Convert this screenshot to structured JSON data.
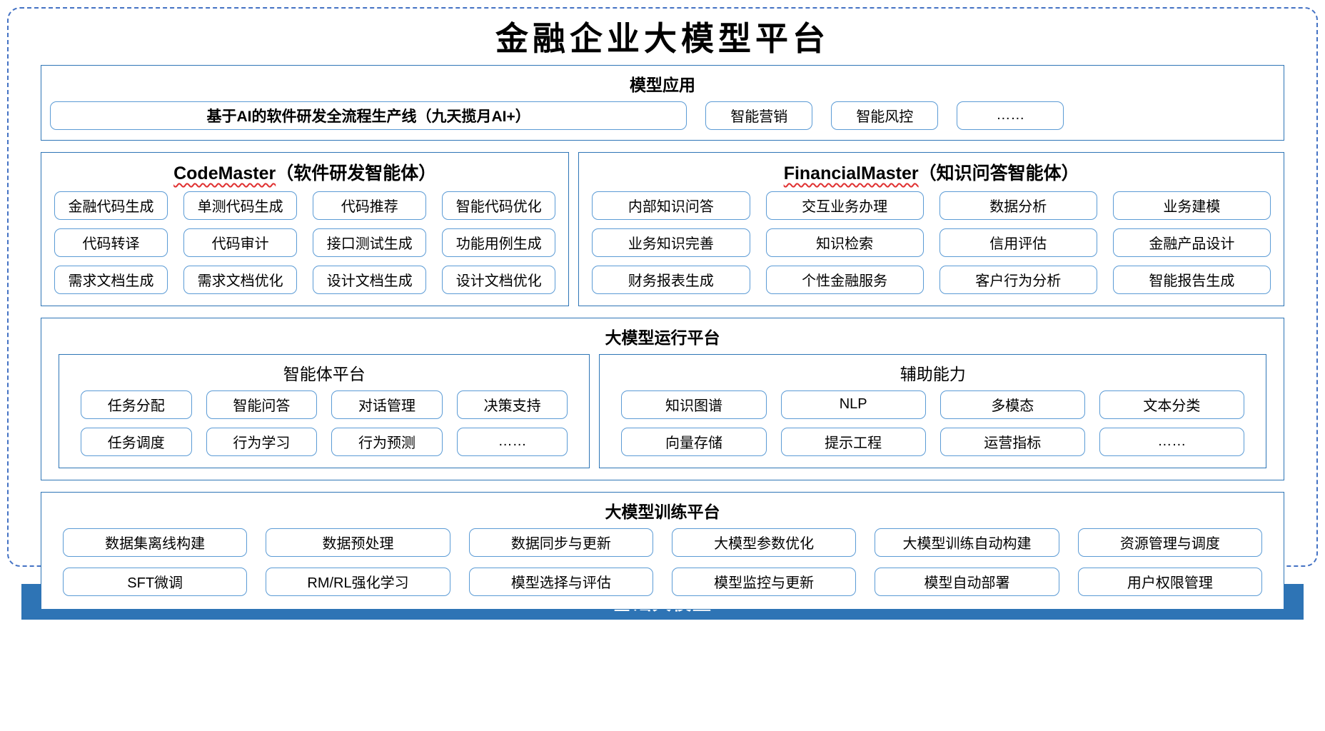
{
  "title": "金融企业大模型平台",
  "colors": {
    "frame_dashed_border": "#4472c4",
    "section_border": "#2e75b6",
    "chip_border": "#5b9bd5",
    "base_bar_bg": "#2e74b5",
    "base_bar_text": "#ffffff",
    "squiggle_red": "#e03131"
  },
  "model_app": {
    "title": "模型应用",
    "primary_item": "基于AI的软件研发全流程生产线（九天揽月AI+）",
    "items": [
      "智能营销",
      "智能风控",
      "……"
    ]
  },
  "agents": [
    {
      "name_en": "CodeMaster",
      "name_cn": "（软件研发智能体）",
      "items": [
        "金融代码生成",
        "单测代码生成",
        "代码推荐",
        "智能代码优化",
        "代码转译",
        "代码审计",
        "接口测试生成",
        "功能用例生成",
        "需求文档生成",
        "需求文档优化",
        "设计文档生成",
        "设计文档优化"
      ]
    },
    {
      "name_en": "FinancialMaster",
      "name_cn": "（知识问答智能体）",
      "items": [
        "内部知识问答",
        "交互业务办理",
        "数据分析",
        "业务建模",
        "业务知识完善",
        "知识检索",
        "信用评估",
        "金融产品设计",
        "财务报表生成",
        "个性金融服务",
        "客户行为分析",
        "智能报告生成"
      ]
    }
  ],
  "runtime": {
    "title": "大模型运行平台",
    "groups": [
      {
        "title": "智能体平台",
        "items": [
          "任务分配",
          "智能问答",
          "对话管理",
          "决策支持",
          "任务调度",
          "行为学习",
          "行为预测",
          "……"
        ]
      },
      {
        "title": "辅助能力",
        "items": [
          "知识图谱",
          "NLP",
          "多模态",
          "文本分类",
          "向量存储",
          "提示工程",
          "运营指标",
          "……"
        ]
      }
    ]
  },
  "training": {
    "title": "大模型训练平台",
    "items": [
      "数据集离线构建",
      "数据预处理",
      "数据同步与更新",
      "大模型参数优化",
      "大模型训练自动构建",
      "资源管理与调度",
      "SFT微调",
      "RM/RL强化学习",
      "模型选择与评估",
      "模型监控与更新",
      "模型自动部署",
      "用户权限管理"
    ]
  },
  "base_model": {
    "label": "基础大模型"
  }
}
